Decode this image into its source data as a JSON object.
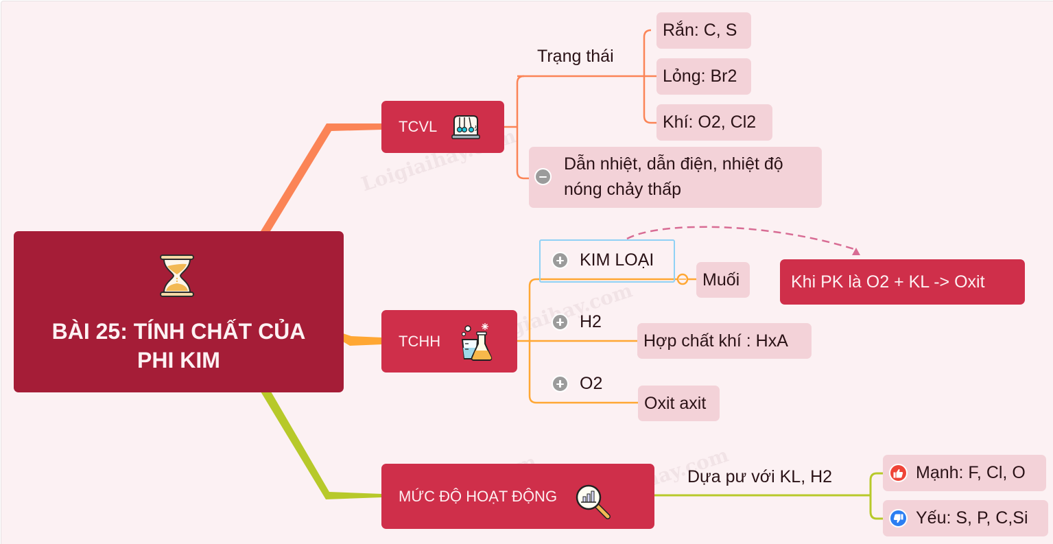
{
  "colors": {
    "background": "#fcf1f3",
    "root_fill": "#a51d37",
    "branch_fill": "#cf2f4a",
    "leaf_fill": "#f3d2d8",
    "line_tcvl": "#fb8456",
    "line_tchh": "#ffa733",
    "line_muc_do": "#b7c92a",
    "relation_arrow": "#d86c94",
    "selection": "#8fd1f5"
  },
  "watermark": "Loigiaihay.com",
  "root": {
    "title": "BÀI 25: TÍNH CHẤT CỦA PHI KIM",
    "icon": "hourglass-icon"
  },
  "branches": [
    {
      "label": "TCVL",
      "icon": "newtons-cradle-icon",
      "children": [
        {
          "label": "Trạng thái",
          "children": [
            {
              "label": "Rắn: C, S"
            },
            {
              "label": "Lỏng: Br2"
            },
            {
              "label": "Khí: O2, Cl2"
            }
          ]
        },
        {
          "label": "Dẫn nhiệt, dẫn điện, nhiệt độ nóng chảy thấp",
          "line1": "Dẫn nhiệt, dẫn điện, nhiệt độ",
          "line2": "nóng chảy thấp",
          "toggle": "collapse"
        }
      ]
    },
    {
      "label": "TCHH",
      "icon": "chemistry-flasks-icon",
      "children": [
        {
          "label": "KIM LOẠI",
          "toggle": "expand",
          "selected": true,
          "result": "Muối"
        },
        {
          "label": "H2",
          "toggle": "expand",
          "result": "Hợp chất khí : HxA"
        },
        {
          "label": "O2",
          "toggle": "expand",
          "result": "Oxit axit"
        }
      ]
    },
    {
      "label": "MỨC ĐỘ HOẠT ĐỘNG",
      "icon": "magnifier-chart-icon",
      "children": [
        {
          "label": "Dựa pư với KL, H2",
          "children": [
            {
              "label": "Mạnh: F, Cl, O",
              "icon": "thumbs-up-icon",
              "icon_color": "#ef4437"
            },
            {
              "label": "Yếu: S, P, C,Si",
              "icon": "thumbs-down-icon",
              "icon_color": "#2b7ef2"
            }
          ]
        }
      ]
    }
  ],
  "callout": {
    "label": "Khi PK là O2 + KL -> Oxit",
    "relation_from": "KIM LOẠI"
  }
}
